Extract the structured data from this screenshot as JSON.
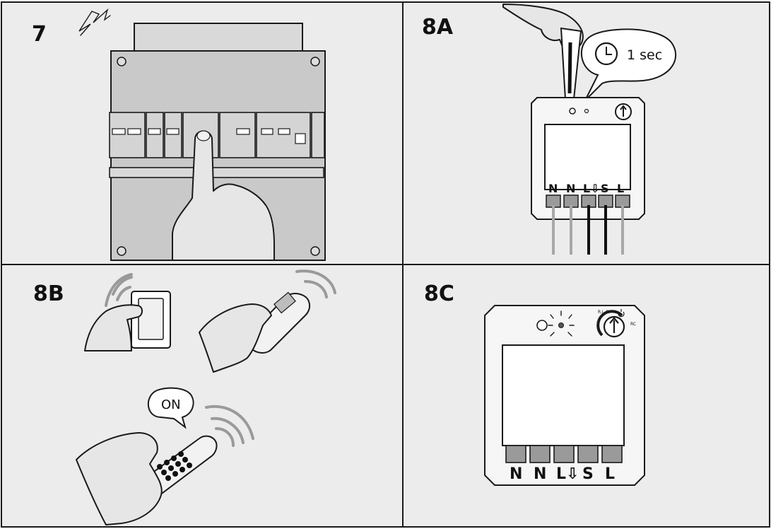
{
  "panels": [
    {
      "id": "7",
      "label": "7"
    },
    {
      "id": "8A",
      "label": "8A"
    },
    {
      "id": "8B",
      "label": "8B"
    },
    {
      "id": "8C",
      "label": "8C"
    }
  ],
  "timer_bubble": {
    "text": "1 sec",
    "icon": "clock-icon"
  },
  "on_bubble": {
    "text": "ON"
  },
  "terminals": {
    "labels": [
      "N",
      "N",
      "L⇩",
      "S",
      "L"
    ]
  },
  "dial": {
    "label_top": "R.L.C",
    "label_right": "RC",
    "icon": "power-icon"
  },
  "wire_colors": [
    "#a8a8a8",
    "#a8a8a8",
    "#111111",
    "#111111",
    "#a8a8a8"
  ],
  "colors": {
    "panel_bg": "#ececec",
    "border": "#1a1a1a",
    "module": "#ffffff",
    "terminal": "#9a9a9a",
    "waves": "#9a9a9a"
  }
}
